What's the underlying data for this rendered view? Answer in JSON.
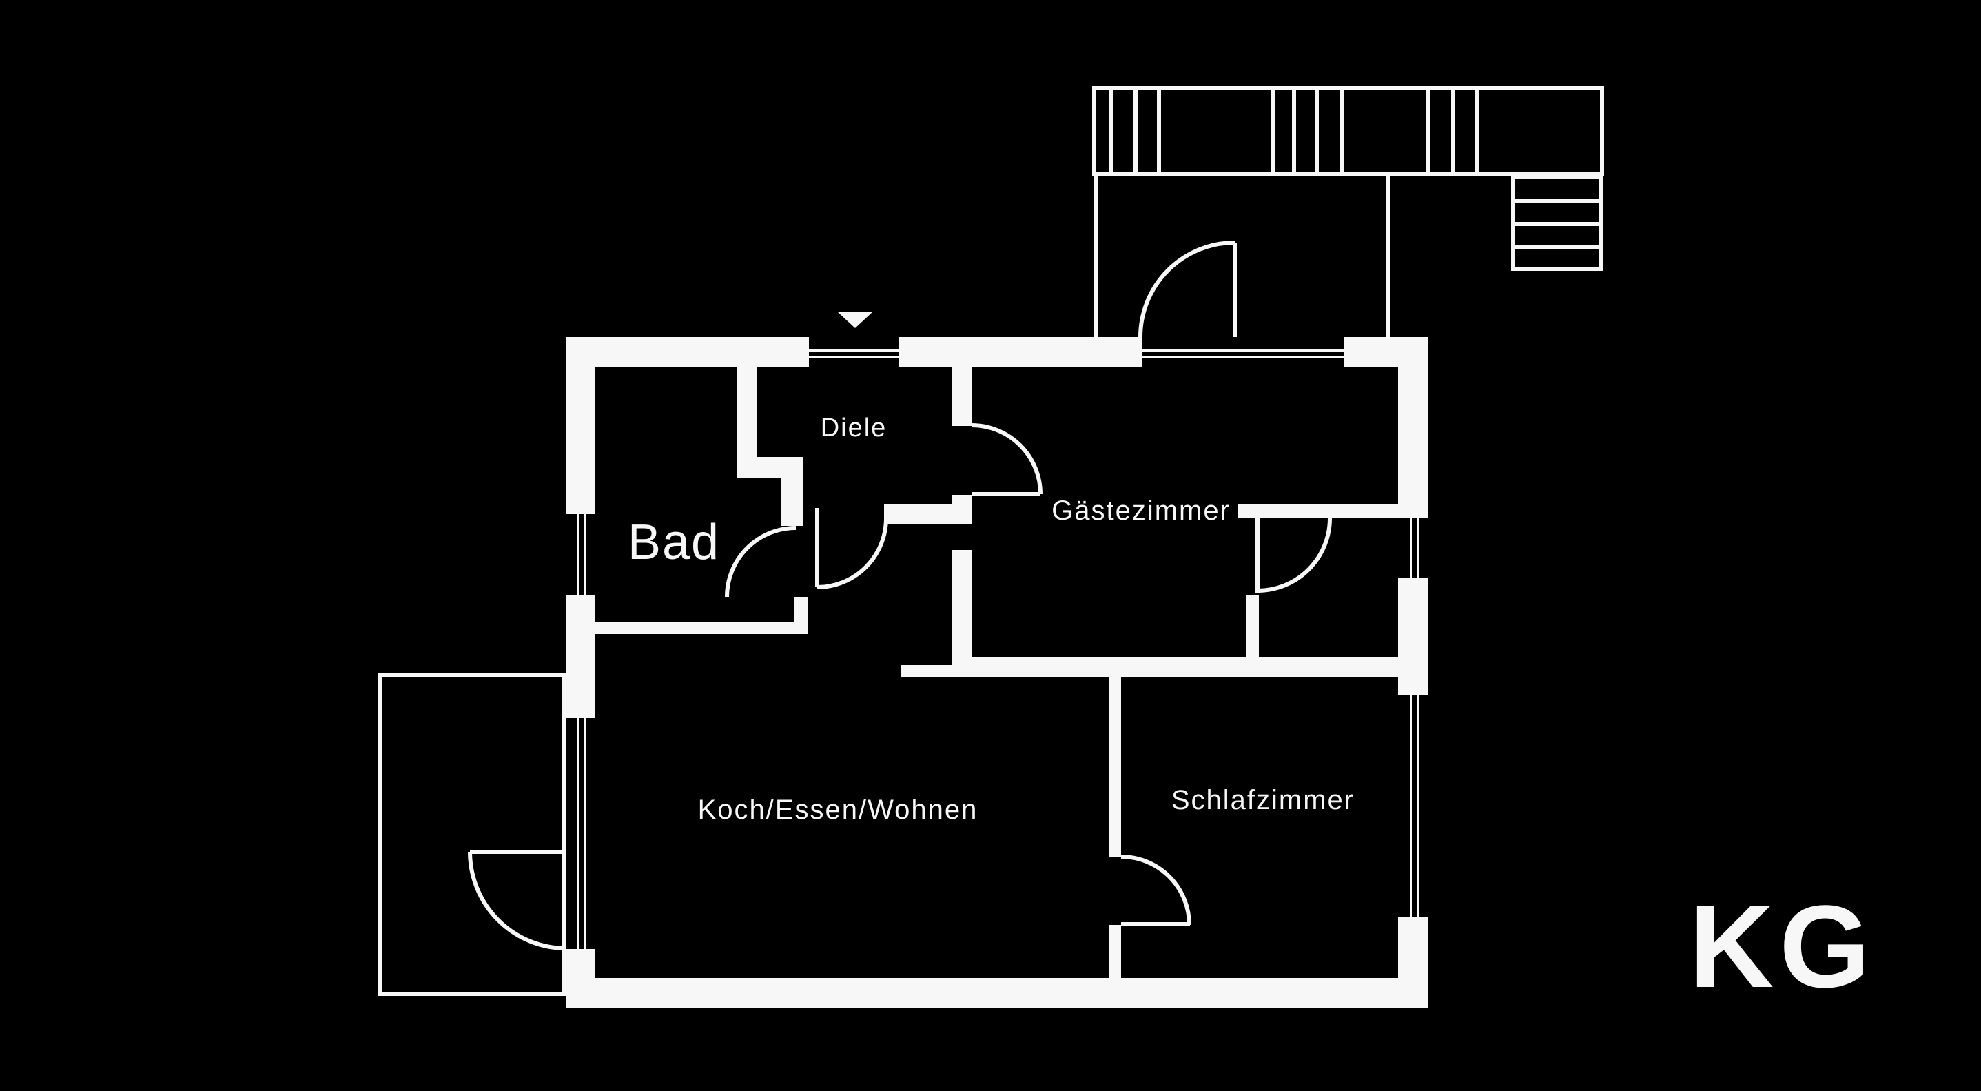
{
  "canvas": {
    "background": "#000000",
    "ink": "#f7f7f7"
  },
  "plan": {
    "level_label": "KG",
    "entrance_icon": "triangle-down-entrance-arrow",
    "rooms": [
      {
        "id": "bad",
        "label": "Bad"
      },
      {
        "id": "diele",
        "label": "Diele"
      },
      {
        "id": "gaestezimmer",
        "label": "Gästezimmer"
      },
      {
        "id": "koch-essen-wohnen",
        "label": "Koch/Essen/Wohnen"
      },
      {
        "id": "schlafzimmer",
        "label": "Schlafzimmer"
      }
    ]
  }
}
